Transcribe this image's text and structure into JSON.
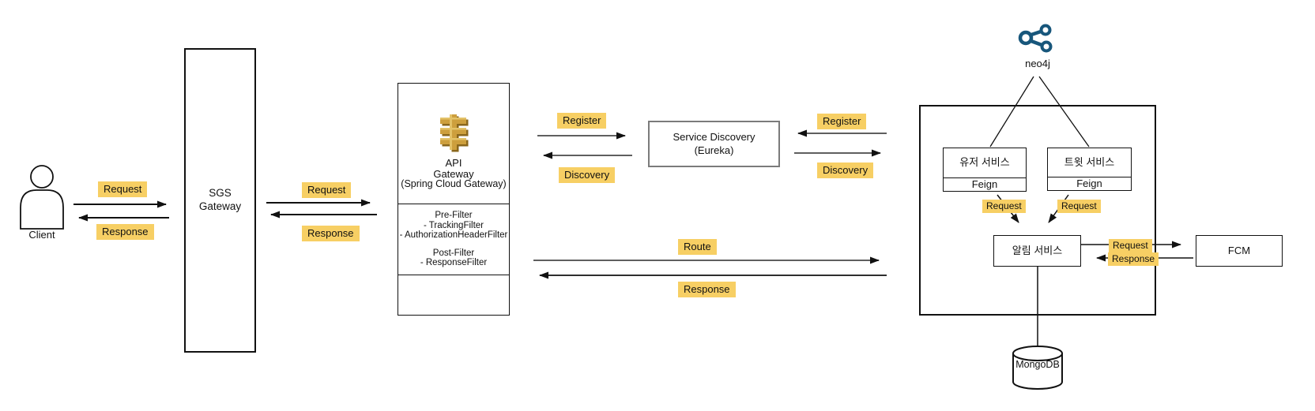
{
  "colors": {
    "highlight": "#F7CF64",
    "line_gray": "#5F5F5F",
    "line_black": "#111111",
    "gold_face": "#CD9F3D",
    "gold_shadow": "#8A671C",
    "neo4j_blue": "#17567B",
    "eureka_border": "#7B7B7B"
  },
  "nodes": {
    "client": {
      "label": "Client"
    },
    "sgs_gateway": {
      "line1": "SGS",
      "line2": "Gateway"
    },
    "api_gateway": {
      "line1": "API",
      "line2": "Gateway",
      "line3": "(Spring Cloud Gateway)",
      "pre_filter_title": "Pre-Filter",
      "pre_filter_item1": "- TrackingFilter",
      "pre_filter_item2": "- AuthorizationHeaderFilter",
      "post_filter_title": "Post-Filter",
      "post_filter_item1": "- ResponseFilter"
    },
    "service_discovery": {
      "line1": "Service Discovery",
      "line2": "(Eureka)"
    },
    "neo4j": {
      "label": "neo4j"
    },
    "user_service": {
      "title": "유저 서비스",
      "sub": "Feign"
    },
    "tweet_service": {
      "title": "트윗 서비스",
      "sub": "Feign"
    },
    "alarm_service": {
      "title": "알림 서비스"
    },
    "fcm": {
      "title": "FCM"
    },
    "mongodb": {
      "label": "MongoDB"
    }
  },
  "edge_labels": {
    "client_request": "Request",
    "client_response": "Response",
    "sgs_request": "Request",
    "sgs_response": "Response",
    "left_register": "Register",
    "left_discovery": "Discovery",
    "right_register": "Register",
    "right_discovery": "Discovery",
    "route": "Route",
    "route_response": "Response",
    "user_request": "Request",
    "tweet_request": "Request",
    "fcm_request": "Request",
    "fcm_response": "Response"
  }
}
